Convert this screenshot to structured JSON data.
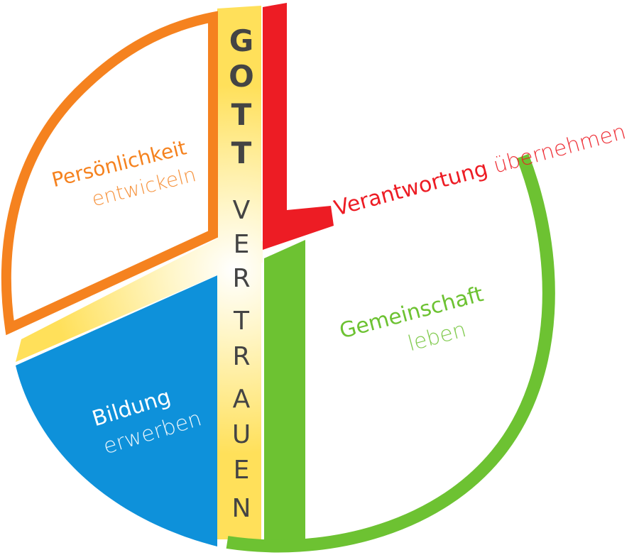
{
  "center": {
    "word1": [
      "G",
      "O",
      "T",
      "T"
    ],
    "word2": [
      "V",
      "E",
      "R",
      "T",
      "R",
      "A",
      "U",
      "E",
      "N"
    ]
  },
  "segments": {
    "personality": {
      "line1": "Persönlichkeit",
      "line2": "entwickeln"
    },
    "responsibility": {
      "line1": "Verantwortung",
      "line2": "übernehmen"
    },
    "community": {
      "line1": "Gemeinschaft",
      "line2": "leben"
    },
    "education": {
      "line1": "Bildung",
      "line2": "erwerben"
    }
  },
  "colors": {
    "orange": "#F5821F",
    "red": "#ED1C24",
    "green": "#6DC232",
    "blue": "#0E91DA",
    "yellow": "#FFE05A",
    "dark": "#444444"
  }
}
